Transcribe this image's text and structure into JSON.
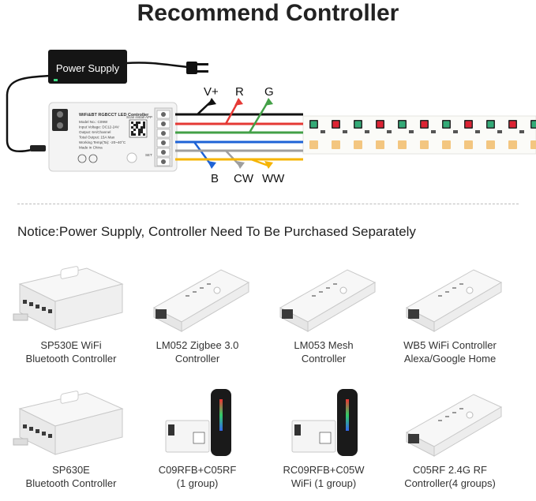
{
  "header": {
    "title": "Recommend Controller"
  },
  "wiring": {
    "power_supply_label": "Power Supply",
    "controller_title": "WiFi&BT RGBCCT LED Controller",
    "controller_specs": [
      "Model No.: C09W",
      "Input Voltage: DC12-24V",
      "Output: 6A/Channel",
      "Total Output: 15A Max",
      "Working Temp(Ta): -20~40°C",
      "Made in China"
    ],
    "scan_label": "Scan install APP",
    "set_label": "SET",
    "wire_labels": {
      "vplus": "V+",
      "r": "R",
      "g": "G",
      "b": "B",
      "cw": "CW",
      "ww": "WW"
    },
    "wire_colors": {
      "vplus": "#111111",
      "r": "#e53935",
      "g": "#43a047",
      "b": "#1e63d6",
      "cw": "#9e9e9e",
      "ww": "#f6b400"
    }
  },
  "notice": "Notice:Power Supply, Controller Need To Be Purchased Separately",
  "products": [
    {
      "line1": "SP530E WiFi",
      "line2": "Bluetooth Controller",
      "kind": "box"
    },
    {
      "line1": "LM052 Zigbee 3.0",
      "line2": "Controller",
      "kind": "long"
    },
    {
      "line1": "LM053 Mesh",
      "line2": "Controller",
      "kind": "long"
    },
    {
      "line1": "WB5  WiFi Controller",
      "line2": "Alexa/Google Home",
      "kind": "long"
    },
    {
      "line1": "SP630E",
      "line2": "Bluetooth Controller",
      "kind": "box"
    },
    {
      "line1": "C09RFB+C05RF",
      "line2": "(1 group)",
      "kind": "remote"
    },
    {
      "line1": "RC09RFB+C05W",
      "line2": "WiFi (1 group)",
      "kind": "remote"
    },
    {
      "line1": "C05RF 2.4G RF",
      "line2": "Controller(4 groups)",
      "kind": "long"
    }
  ]
}
